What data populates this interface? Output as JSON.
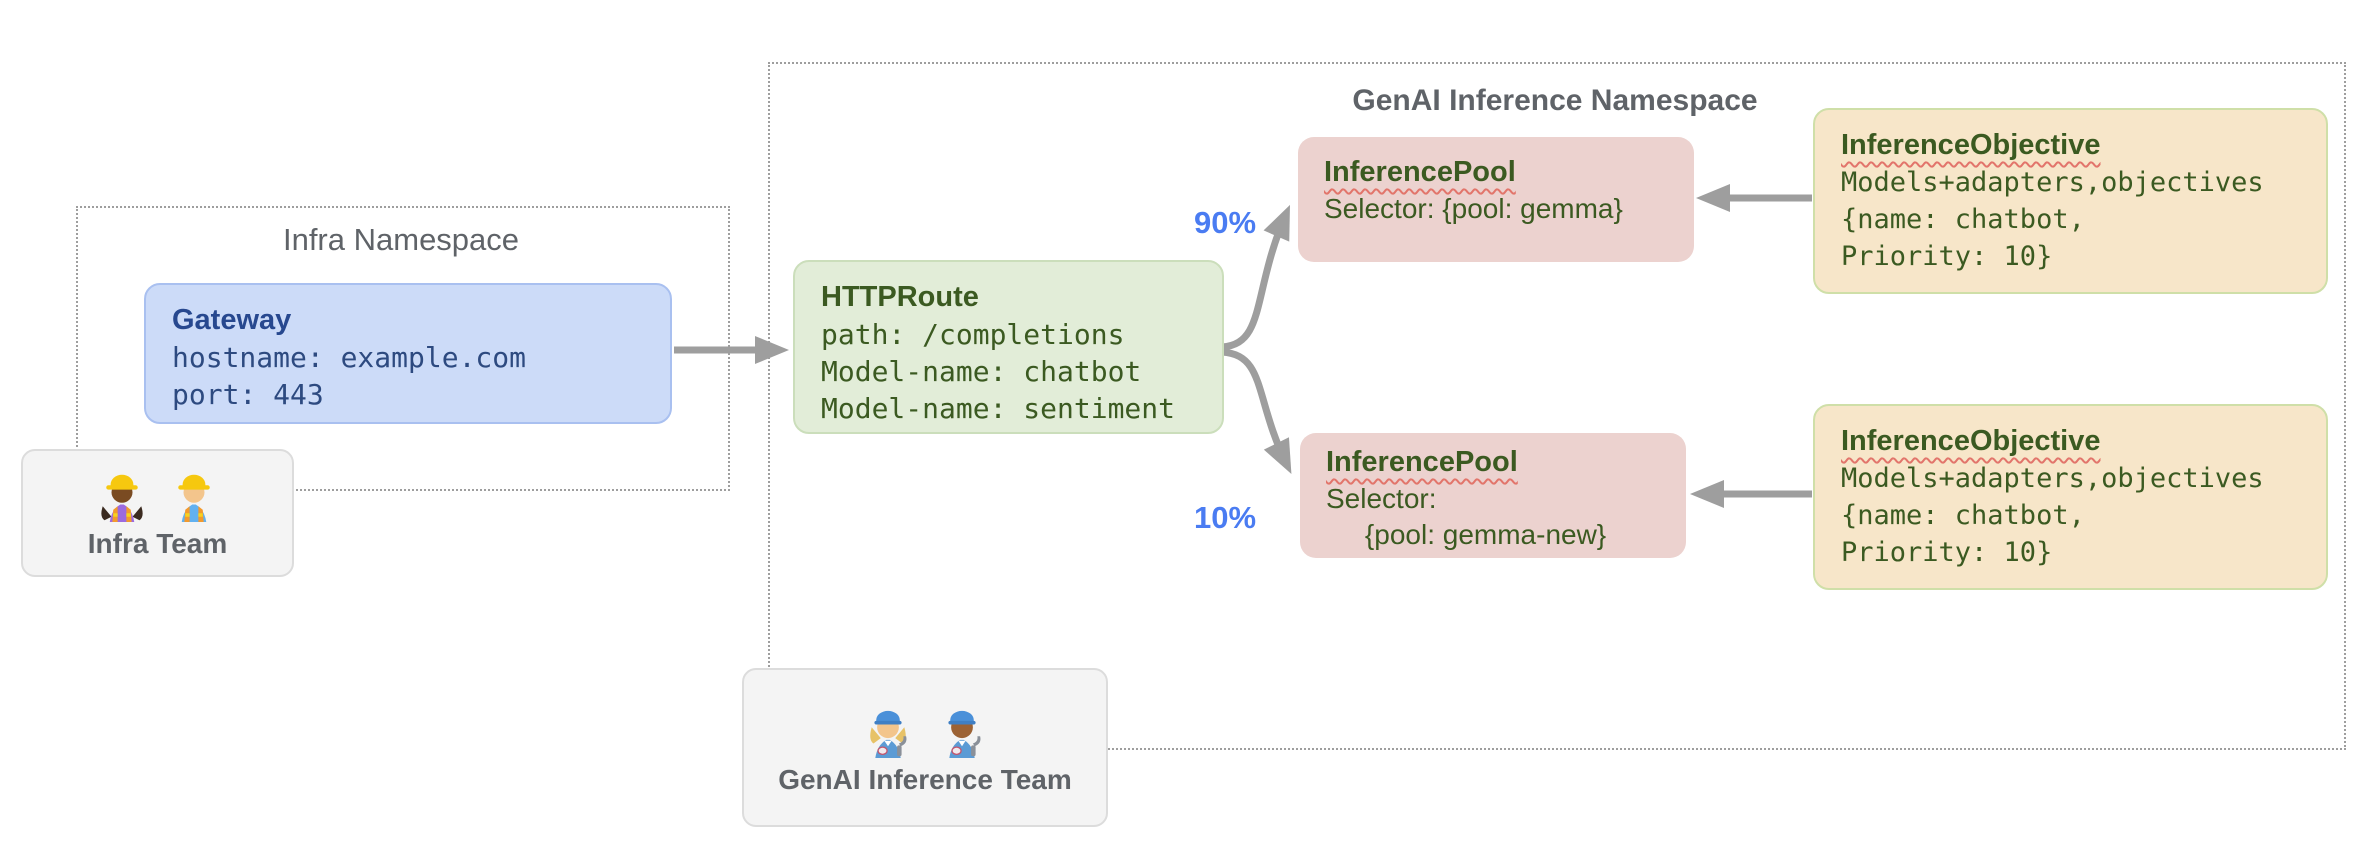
{
  "colors": {
    "gateway_fill": "#ccdbf8",
    "gateway_border": "#a9c0f0",
    "gateway_title": "#27488f",
    "gateway_text": "#2d4a80",
    "route_fill": "#e2edd8",
    "route_border": "#cbdebb",
    "pool_fill": "#ecd2cf",
    "objective_fill": "#f7e6c9",
    "objective_border": "#cfdfa8",
    "green_text": "#3b5a21",
    "gray_text": "#5f6368",
    "dotted_border": "#9e9e9e",
    "arrow": "#9e9e9e",
    "blue": "#4a7cf2",
    "squiggle": "#e2756b",
    "card_fill": "#f4f4f4",
    "card_border": "#dcdcdc"
  },
  "infra_namespace": {
    "title": "Infra Namespace"
  },
  "gateway": {
    "title": "Gateway",
    "lines": [
      "hostname: example.com",
      "port: 443"
    ]
  },
  "infra_team": {
    "label": "Infra Team",
    "icons": [
      "woman-construction-worker-emoji",
      "construction-worker-emoji"
    ]
  },
  "genai_namespace": {
    "title": "GenAI Inference Namespace"
  },
  "httproute": {
    "title": "HTTPRoute",
    "lines": [
      "path: /completions",
      "Model-name: chatbot",
      "Model-name: sentiment"
    ]
  },
  "traffic": {
    "top_percent": "90%",
    "bottom_percent": "10%"
  },
  "inference_pools": [
    {
      "title": "InferencePool",
      "lines": [
        "Selector: {pool: gemma}"
      ]
    },
    {
      "title": "InferencePool",
      "lines": [
        "Selector:",
        "     {pool: gemma-new}"
      ]
    }
  ],
  "inference_objectives": [
    {
      "title": "InferenceObjective",
      "lines": [
        "Models+adapters,objectives",
        "{name: chatbot,",
        "Priority: 10}"
      ]
    },
    {
      "title": "InferenceObjective",
      "lines": [
        "Models+adapters,objectives",
        "{name: chatbot,",
        "Priority: 10}"
      ]
    }
  ],
  "genai_team": {
    "label": "GenAI Inference Team",
    "icons": [
      "woman-mechanic-emoji",
      "man-mechanic-emoji"
    ]
  }
}
